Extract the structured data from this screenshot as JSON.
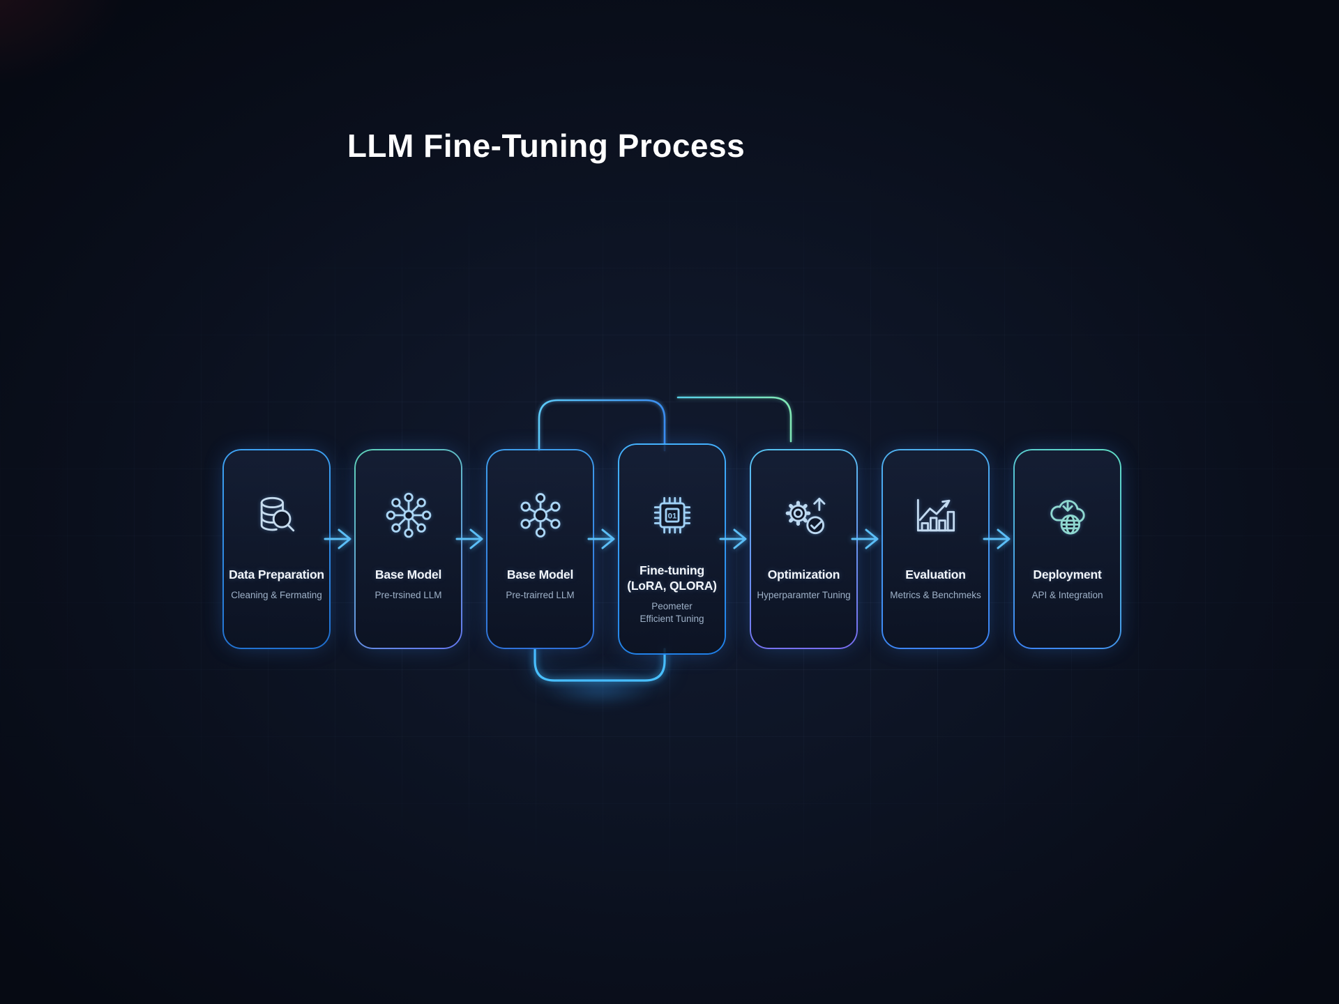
{
  "title": "LLM Fine-Tuning Process",
  "flow": {
    "cards": [
      {
        "name": "data-preparation",
        "title": "Data Preparation",
        "subtitle": "Cleaning & Fermating",
        "icon": "database-search-icon",
        "icon_color": "#c7dcee",
        "border_from": "#3fa4f4",
        "border_to": "#1f6fd0",
        "border_angle": "170deg"
      },
      {
        "name": "base-model-1",
        "title": "Base Model",
        "subtitle": "Pre-trsined LLM",
        "icon": "network-hub-8-icon",
        "icon_color": "#abd6f5",
        "border_from": "#5fd3b8",
        "border_to": "#6577f0",
        "border_angle": "150deg"
      },
      {
        "name": "base-model-2",
        "title": "Base Model",
        "subtitle": "Pre-trairred LLM",
        "icon": "network-hub-6-icon",
        "icon_color": "#abd6f5",
        "border_from": "#3fa0ee",
        "border_to": "#2e6fd8",
        "border_angle": "170deg"
      },
      {
        "name": "fine-tuning",
        "title": "Fine-tuning\n(LoRA, QLORA)",
        "subtitle": "Peometer\nEfficient Tuning",
        "icon": "chip-01-icon",
        "icon_color": "#9fd0f5",
        "tall": true,
        "border_from": "#46b4ff",
        "border_to": "#1f7fe8",
        "border_angle": "170deg"
      },
      {
        "name": "optimization",
        "title": "Optimization",
        "subtitle": "Hyperparamter Tuning",
        "icon": "gear-check-arrow-icon",
        "icon_color": "#bcd8f0",
        "border_from": "#56c4f0",
        "border_to": "#7a6cf0",
        "border_angle": "170deg"
      },
      {
        "name": "evaluation",
        "title": "Evaluation",
        "subtitle": "Metrics & Benchmeks",
        "icon": "bar-chart-growth-icon",
        "icon_color": "#c3daf0",
        "border_from": "#4fb2ef",
        "border_to": "#3b82f6",
        "border_angle": "170deg"
      },
      {
        "name": "deployment",
        "title": "Deployment",
        "subtitle": "API & Integration",
        "icon": "cloud-download-globe-icon",
        "icon_color": "#8fd8d0",
        "border_from": "#62e0c4",
        "border_to": "#3b82f6",
        "border_angle": "205deg"
      }
    ]
  },
  "icons": {
    "chip_label": "01"
  },
  "colors": {
    "background": "#0b101d",
    "title": "#ffffff",
    "card_bg": "#10182a",
    "subtitle": "#9fb2c9",
    "arrow": "#5ec1f7",
    "loop_blue": "#45a8f5",
    "loop_bright": "#49c0ff",
    "loop_teal_from": "#58d0e8",
    "loop_teal_to": "#82e8b4"
  }
}
